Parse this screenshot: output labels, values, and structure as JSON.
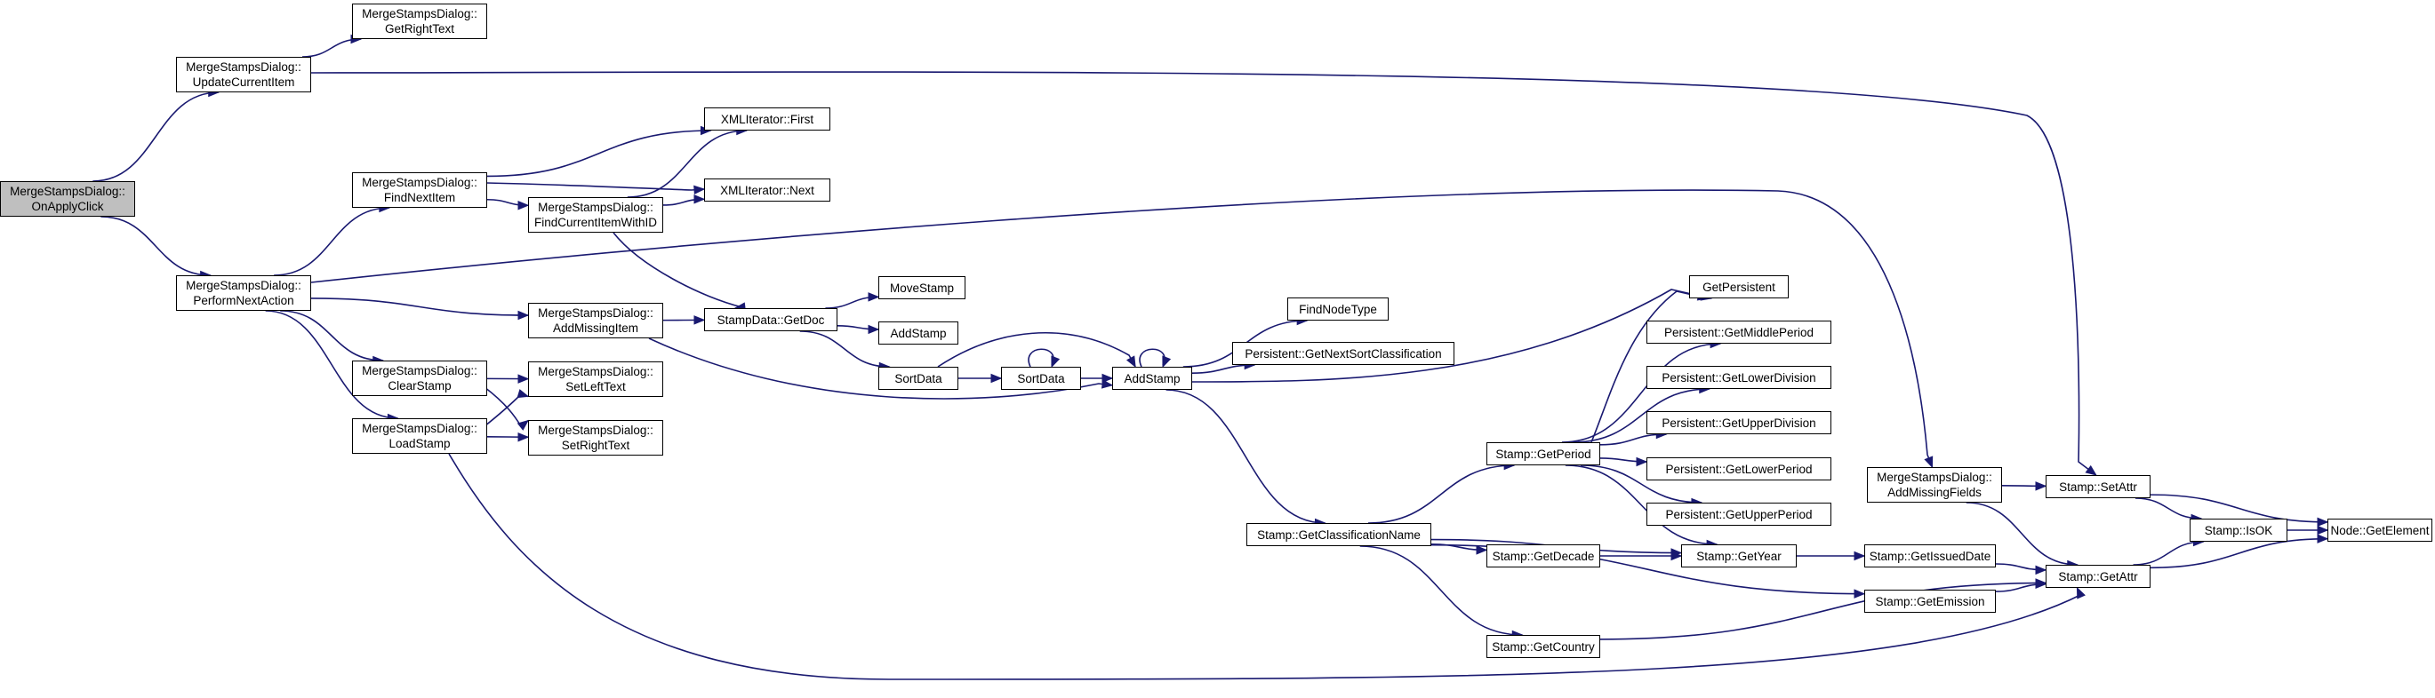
{
  "graph": {
    "title": "",
    "nodes": {
      "OnApplyClick": [
        "MergeStampsDialog::",
        "OnApplyClick"
      ],
      "UpdateCurrentItem": [
        "MergeStampsDialog::",
        "UpdateCurrentItem"
      ],
      "GetRightText": [
        "MergeStampsDialog::",
        "GetRightText"
      ],
      "PerformNextAction": [
        "MergeStampsDialog::",
        "PerformNextAction"
      ],
      "FindNextItem": [
        "MergeStampsDialog::",
        "FindNextItem"
      ],
      "FindCurrentItemWithID": [
        "MergeStampsDialog::",
        "FindCurrentItemWithID"
      ],
      "XMLFirst": [
        "XMLIterator::First"
      ],
      "XMLNext": [
        "XMLIterator::Next"
      ],
      "AddMissingItem": [
        "MergeStampsDialog::",
        "AddMissingItem"
      ],
      "GetDoc": [
        "StampData::GetDoc"
      ],
      "MoveStamp": [
        "MoveStamp"
      ],
      "AddStampA": [
        "AddStamp"
      ],
      "SortData1": [
        "SortData"
      ],
      "SortData2": [
        "SortData"
      ],
      "AddStampB": [
        "AddStamp"
      ],
      "FindNodeType": [
        "FindNodeType"
      ],
      "GetNextSortClassification": [
        "Persistent::GetNextSortClassification"
      ],
      "ClearStamp": [
        "MergeStampsDialog::",
        "ClearStamp"
      ],
      "SetLeftText": [
        "MergeStampsDialog::",
        "SetLeftText"
      ],
      "LoadStamp": [
        "MergeStampsDialog::",
        "LoadStamp"
      ],
      "SetRightText": [
        "MergeStampsDialog::",
        "SetRightText"
      ],
      "GetPersistent": [
        "GetPersistent"
      ],
      "GetMiddlePeriod": [
        "Persistent::GetMiddlePeriod"
      ],
      "GetLowerDivision": [
        "Persistent::GetLowerDivision"
      ],
      "GetUpperDivision": [
        "Persistent::GetUpperDivision"
      ],
      "GetLowerPeriod": [
        "Persistent::GetLowerPeriod"
      ],
      "GetUpperPeriod": [
        "Persistent::GetUpperPeriod"
      ],
      "GetPeriod": [
        "Stamp::GetPeriod"
      ],
      "GetClassificationName": [
        "Stamp::GetClassificationName"
      ],
      "GetDecade": [
        "Stamp::GetDecade"
      ],
      "GetYear": [
        "Stamp::GetYear"
      ],
      "GetIssuedDate": [
        "Stamp::GetIssuedDate"
      ],
      "GetEmission": [
        "Stamp::GetEmission"
      ],
      "GetCountry": [
        "Stamp::GetCountry"
      ],
      "AddMissingFields": [
        "MergeStampsDialog::",
        "AddMissingFields"
      ],
      "SetAttr": [
        "Stamp::SetAttr"
      ],
      "IsOK": [
        "Stamp::IsOK"
      ],
      "GetAttr": [
        "Stamp::GetAttr"
      ],
      "GetElement": [
        "Node::GetElement"
      ]
    },
    "edges": [
      [
        "OnApplyClick",
        "UpdateCurrentItem"
      ],
      [
        "OnApplyClick",
        "PerformNextAction"
      ],
      [
        "UpdateCurrentItem",
        "GetRightText"
      ],
      [
        "UpdateCurrentItem",
        "SetAttr"
      ],
      [
        "PerformNextAction",
        "FindNextItem"
      ],
      [
        "PerformNextAction",
        "AddMissingItem"
      ],
      [
        "PerformNextAction",
        "ClearStamp"
      ],
      [
        "PerformNextAction",
        "LoadStamp"
      ],
      [
        "PerformNextAction",
        "AddMissingFields"
      ],
      [
        "FindNextItem",
        "XMLFirst"
      ],
      [
        "FindNextItem",
        "XMLNext"
      ],
      [
        "FindNextItem",
        "FindCurrentItemWithID"
      ],
      [
        "FindCurrentItemWithID",
        "XMLFirst"
      ],
      [
        "FindCurrentItemWithID",
        "XMLNext"
      ],
      [
        "FindCurrentItemWithID",
        "GetDoc"
      ],
      [
        "AddMissingItem",
        "GetDoc"
      ],
      [
        "AddMissingItem",
        "AddStampB"
      ],
      [
        "GetDoc",
        "MoveStamp"
      ],
      [
        "GetDoc",
        "AddStampA"
      ],
      [
        "GetDoc",
        "SortData1"
      ],
      [
        "SortData1",
        "SortData2"
      ],
      [
        "SortData1",
        "AddStampB"
      ],
      [
        "SortData2",
        "SortData2"
      ],
      [
        "SortData2",
        "AddStampB"
      ],
      [
        "AddStampB",
        "AddStampB"
      ],
      [
        "AddStampB",
        "FindNodeType"
      ],
      [
        "AddStampB",
        "GetNextSortClassification"
      ],
      [
        "AddStampB",
        "GetPersistent"
      ],
      [
        "AddStampB",
        "GetClassificationName"
      ],
      [
        "ClearStamp",
        "SetLeftText"
      ],
      [
        "ClearStamp",
        "SetRightText"
      ],
      [
        "LoadStamp",
        "SetLeftText"
      ],
      [
        "LoadStamp",
        "SetRightText"
      ],
      [
        "LoadStamp",
        "GetAttr"
      ],
      [
        "GetClassificationName",
        "GetPeriod"
      ],
      [
        "GetClassificationName",
        "GetDecade"
      ],
      [
        "GetClassificationName",
        "GetYear"
      ],
      [
        "GetClassificationName",
        "GetEmission"
      ],
      [
        "GetClassificationName",
        "GetCountry"
      ],
      [
        "GetPeriod",
        "GetPersistent"
      ],
      [
        "GetPeriod",
        "GetMiddlePeriod"
      ],
      [
        "GetPeriod",
        "GetLowerDivision"
      ],
      [
        "GetPeriod",
        "GetUpperDivision"
      ],
      [
        "GetPeriod",
        "GetLowerPeriod"
      ],
      [
        "GetPeriod",
        "GetUpperPeriod"
      ],
      [
        "GetPeriod",
        "GetYear"
      ],
      [
        "GetDecade",
        "GetYear"
      ],
      [
        "GetYear",
        "GetIssuedDate"
      ],
      [
        "GetIssuedDate",
        "GetAttr"
      ],
      [
        "GetEmission",
        "GetAttr"
      ],
      [
        "GetCountry",
        "GetAttr"
      ],
      [
        "AddMissingFields",
        "SetAttr"
      ],
      [
        "AddMissingFields",
        "GetAttr"
      ],
      [
        "SetAttr",
        "IsOK"
      ],
      [
        "SetAttr",
        "GetElement"
      ],
      [
        "IsOK",
        "GetElement"
      ],
      [
        "GetAttr",
        "IsOK"
      ],
      [
        "GetAttr",
        "GetElement"
      ]
    ]
  },
  "colors": {
    "edge": "#191970",
    "root_fill": "#bfbfbf",
    "node_fill": "#ffffff",
    "node_border": "#000000"
  }
}
